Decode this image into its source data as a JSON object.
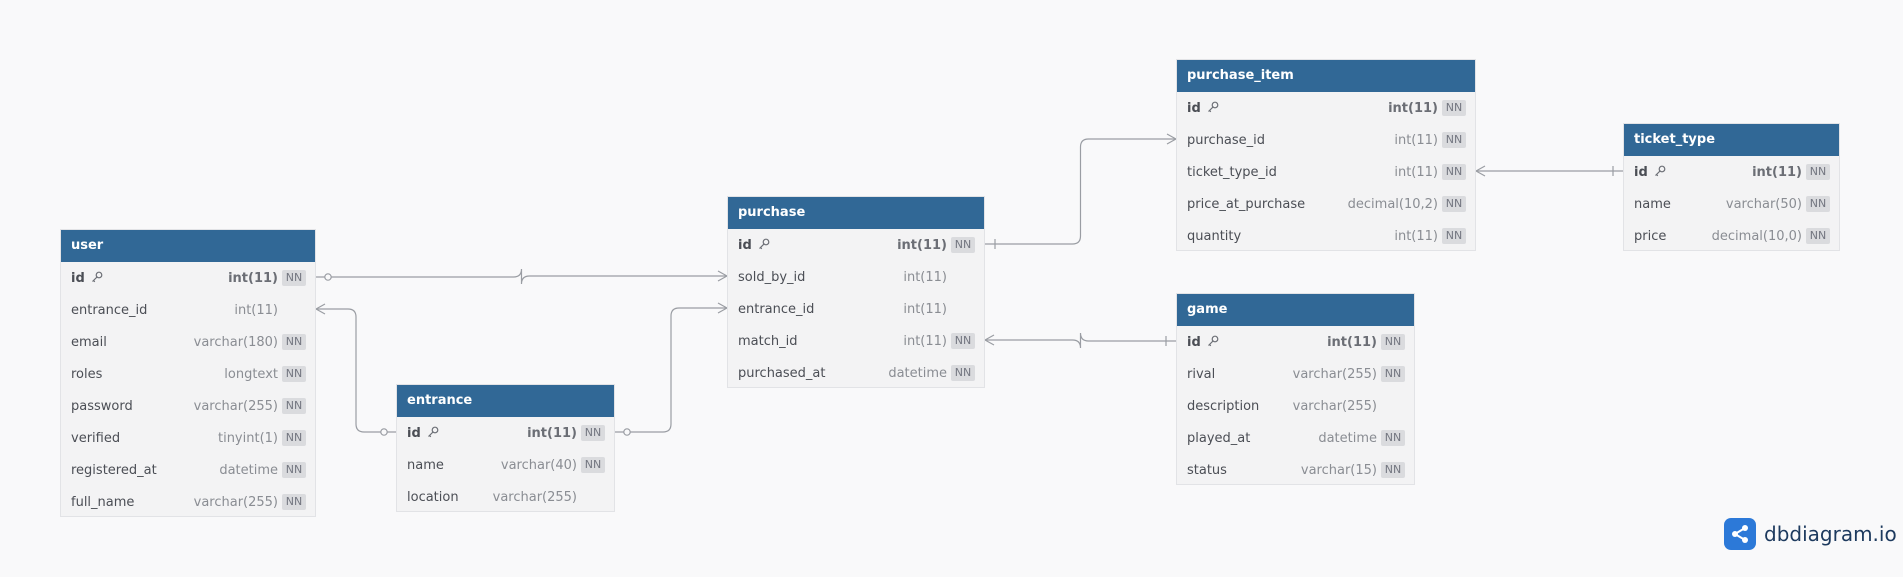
{
  "tables": [
    {
      "id": "user",
      "name": "user",
      "fields": [
        {
          "name": "id",
          "type": "int(11)",
          "nn": "NN",
          "pk": true
        },
        {
          "name": "entrance_id",
          "type": "int(11)",
          "nn": ""
        },
        {
          "name": "email",
          "type": "varchar(180)",
          "nn": "NN"
        },
        {
          "name": "roles",
          "type": "longtext",
          "nn": "NN"
        },
        {
          "name": "password",
          "type": "varchar(255)",
          "nn": "NN"
        },
        {
          "name": "verified",
          "type": "tinyint(1)",
          "nn": "NN"
        },
        {
          "name": "registered_at",
          "type": "datetime",
          "nn": "NN"
        },
        {
          "name": "full_name",
          "type": "varchar(255)",
          "nn": "NN"
        }
      ]
    },
    {
      "id": "entrance",
      "name": "entrance",
      "fields": [
        {
          "name": "id",
          "type": "int(11)",
          "nn": "NN",
          "pk": true
        },
        {
          "name": "name",
          "type": "varchar(40)",
          "nn": "NN"
        },
        {
          "name": "location",
          "type": "varchar(255)",
          "nn": ""
        }
      ]
    },
    {
      "id": "purchase",
      "name": "purchase",
      "fields": [
        {
          "name": "id",
          "type": "int(11)",
          "nn": "NN",
          "pk": true
        },
        {
          "name": "sold_by_id",
          "type": "int(11)",
          "nn": ""
        },
        {
          "name": "entrance_id",
          "type": "int(11)",
          "nn": ""
        },
        {
          "name": "match_id",
          "type": "int(11)",
          "nn": "NN"
        },
        {
          "name": "purchased_at",
          "type": "datetime",
          "nn": "NN"
        }
      ]
    },
    {
      "id": "purchase_item",
      "name": "purchase_item",
      "fields": [
        {
          "name": "id",
          "type": "int(11)",
          "nn": "NN",
          "pk": true
        },
        {
          "name": "purchase_id",
          "type": "int(11)",
          "nn": "NN"
        },
        {
          "name": "ticket_type_id",
          "type": "int(11)",
          "nn": "NN"
        },
        {
          "name": "price_at_purchase",
          "type": "decimal(10,2)",
          "nn": "NN"
        },
        {
          "name": "quantity",
          "type": "int(11)",
          "nn": "NN"
        }
      ]
    },
    {
      "id": "ticket_type",
      "name": "ticket_type",
      "fields": [
        {
          "name": "id",
          "type": "int(11)",
          "nn": "NN",
          "pk": true
        },
        {
          "name": "name",
          "type": "varchar(50)",
          "nn": "NN"
        },
        {
          "name": "price",
          "type": "decimal(10,0)",
          "nn": "NN"
        }
      ]
    },
    {
      "id": "game",
      "name": "game",
      "fields": [
        {
          "name": "id",
          "type": "int(11)",
          "nn": "NN",
          "pk": true
        },
        {
          "name": "rival",
          "type": "varchar(255)",
          "nn": "NN"
        },
        {
          "name": "description",
          "type": "varchar(255)",
          "nn": ""
        },
        {
          "name": "played_at",
          "type": "datetime",
          "nn": "NN"
        },
        {
          "name": "status",
          "type": "varchar(15)",
          "nn": "NN"
        }
      ]
    }
  ],
  "relationships": [
    {
      "from": "user.id",
      "to": "purchase.sold_by_id",
      "from_card": "one-optional",
      "to_card": "many"
    },
    {
      "from": "user.entrance_id",
      "to": "entrance.id",
      "from_card": "many",
      "to_card": "one-optional"
    },
    {
      "from": "entrance.id",
      "to": "purchase.entrance_id",
      "from_card": "one-optional",
      "to_card": "many"
    },
    {
      "from": "purchase.id",
      "to": "purchase_item.purchase_id",
      "from_card": "one",
      "to_card": "many"
    },
    {
      "from": "purchase_item.ticket_type_id",
      "to": "ticket_type.id",
      "from_card": "many",
      "to_card": "one"
    },
    {
      "from": "purchase.match_id",
      "to": "game.id",
      "from_card": "many",
      "to_card": "one"
    }
  ],
  "brand": {
    "name": "dbdiagram.io",
    "icon": "share-nodes-icon",
    "color": "#2c79d8"
  },
  "colors": {
    "header": "#316896",
    "line": "#9a9da3",
    "background": "#f9f9fa"
  }
}
